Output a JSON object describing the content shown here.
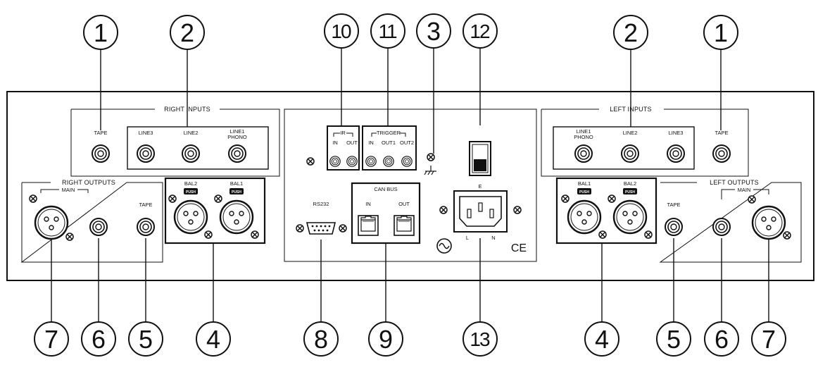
{
  "callouts": [
    "1",
    "2",
    "10",
    "11",
    "3",
    "12",
    "2",
    "1",
    "7",
    "6",
    "5",
    "4",
    "8",
    "9",
    "13",
    "4",
    "5",
    "6",
    "7"
  ],
  "right_inputs": {
    "title": "RIGHT INPUTS",
    "tape": "TAPE",
    "line3": "LINE3",
    "line2": "LINE2",
    "line1_a": "LINE1",
    "line1_b": "PHONO"
  },
  "left_inputs": {
    "title": "LEFT INPUTS",
    "line1_a": "LINE1",
    "line1_b": "PHONO",
    "line2": "LINE2",
    "line3": "LINE3",
    "tape": "TAPE"
  },
  "right_outputs": {
    "title": "RIGHT OUTPUTS",
    "main": "MAIN",
    "tape": "TAPE"
  },
  "left_outputs": {
    "title": "LEFT OUTPUTS",
    "main": "MAIN",
    "tape": "TAPE"
  },
  "balanced_right": {
    "bal2": "BAL2",
    "bal1": "BAL1",
    "push": "PUSH"
  },
  "balanced_left": {
    "bal1": "BAL1",
    "bal2": "BAL2",
    "push": "PUSH"
  },
  "ir": {
    "title": "IR",
    "in": "IN",
    "out": "OUT"
  },
  "trigger": {
    "title": "TRIGGER",
    "in": "IN",
    "out1": "OUT1",
    "out2": "OUT2"
  },
  "can_bus": {
    "title": "CAN BUS",
    "in": "IN",
    "out": "OUT"
  },
  "rs232": "RS232",
  "power": {
    "e": "E",
    "l": "L",
    "n": "N"
  },
  "ce_mark": "CE",
  "colors": {
    "line": "#111111",
    "panel_border": "#222222",
    "background": "#ffffff"
  }
}
